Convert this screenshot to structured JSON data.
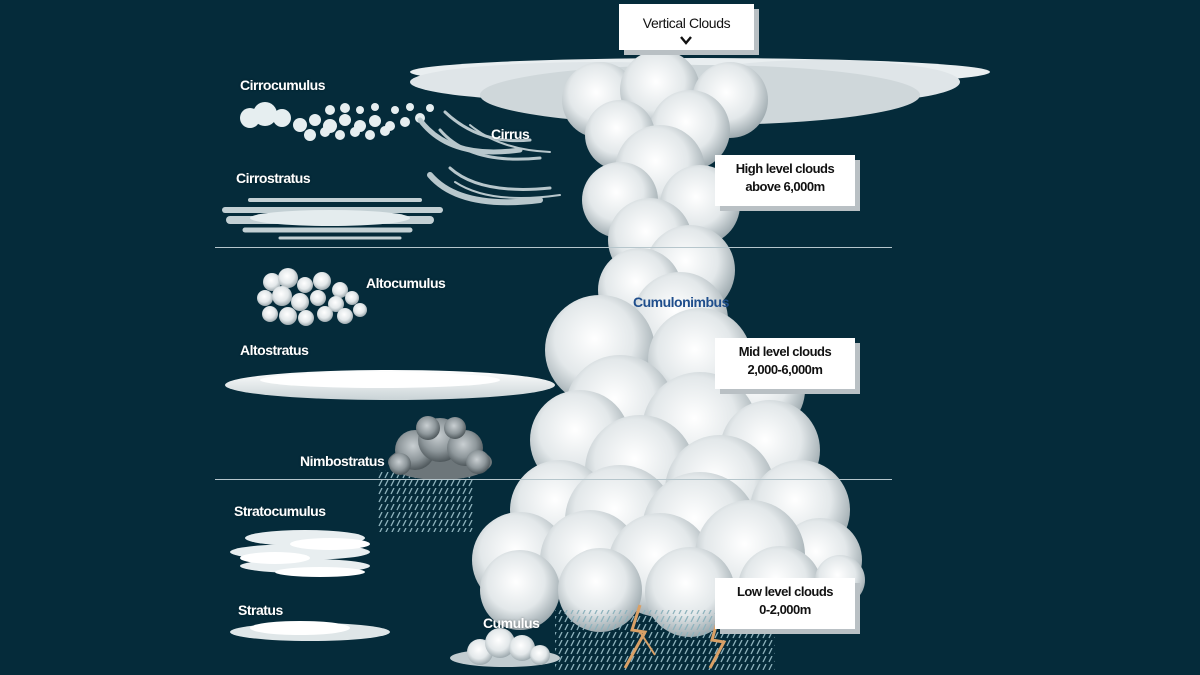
{
  "header": {
    "title": "Vertical Clouds",
    "arrow_icon": "chevron-down-icon"
  },
  "main_cloud": {
    "label": "Cumulonimbus",
    "label_color": "#1f4e8c"
  },
  "cloud_labels": {
    "cirrocumulus": "Cirrocumulus",
    "cirrus": "Cirrus",
    "cirrostratus": "Cirrostratus",
    "altocumulus": "Altocumulus",
    "altostratus": "Altostratus",
    "nimbostratus": "Nimbostratus",
    "stratocumulus": "Stratocumulus",
    "stratus": "Stratus",
    "cumulus": "Cumulus"
  },
  "levels": {
    "high": {
      "line1": "High level clouds",
      "line2": "above 6,000m"
    },
    "mid": {
      "line1": "Mid level clouds",
      "line2": "2,000-6,000m"
    },
    "low": {
      "line1": "Low level clouds",
      "line2": "0-2,000m"
    }
  },
  "colors": {
    "background": "#052b3a",
    "cloud": "#e6eaec",
    "cloud_shadow": "#a7b2b6",
    "rain": "#7fa3ad",
    "lightning": "#d9a066"
  }
}
